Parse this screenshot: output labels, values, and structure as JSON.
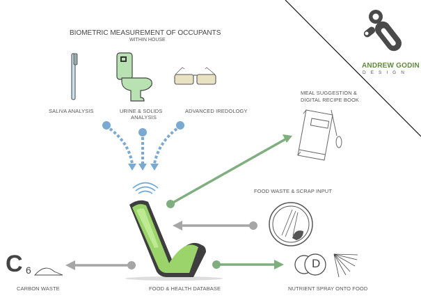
{
  "header": {
    "title": "BIOMETRIC MEASUREMENT OF OCCUPANTS",
    "subtitle": "WITHIN HOUSE"
  },
  "brand": {
    "name": "ANDREW GODIN",
    "sub": "DESIGN",
    "name_color": "#5f8a3e",
    "logo_color": "#4a4a4a"
  },
  "inputs": [
    {
      "label": "SALIVA ANALYSIS",
      "icon": "toothbrush-icon"
    },
    {
      "label_line1": "URINE &  SOLIDS",
      "label_line2": "ANALYSIS",
      "icon": "toilet-icon"
    },
    {
      "label": "ADVANCED IREDOLOGY",
      "icon": "glasses-icon"
    }
  ],
  "hub": {
    "label": "FOOD & HEALTH DATABASE",
    "icon": "wireless-icon"
  },
  "outputs": {
    "recipe": {
      "label_line1": "MEAL SUGGESTION &",
      "label_line2": "DIGITAL RECIPE BOOK",
      "icon": "recipe-book-icon"
    },
    "waste_input": {
      "label": "FOOD WASTE & SCRAP INPUT",
      "icon": "plate-icon"
    },
    "nutrient": {
      "label": "NUTRIENT SPRAY ONTO FOOD",
      "icon": "vitamin-d-spray-icon",
      "letter": "D"
    },
    "carbon": {
      "label": "CARBON WASTE",
      "symbol": "C",
      "subscript": "6"
    }
  },
  "colors": {
    "blue_flow": "#7aaad2",
    "green_flow": "#7fae7f",
    "gray_flow": "#a6a6a6",
    "device_green": "#9bd46a"
  }
}
